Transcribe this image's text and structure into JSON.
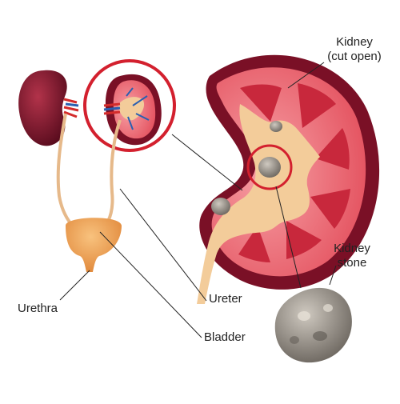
{
  "labels": {
    "kidney_line1": "Kidney",
    "kidney_line2": "(cut open)",
    "stone_line1": "Kidney",
    "stone_line2": "stone",
    "ureter": "Ureter",
    "urethra": "Urethra",
    "bladder": "Bladder"
  },
  "colors": {
    "kidney_outer": "#7a1026",
    "kidney_cortex": "#e8505e",
    "pyramid": "#c8283c",
    "pelvis": "#f3cc9a",
    "ureter": "#e6b98a",
    "bladder": "#f0a05a",
    "stone": "#8f8a84",
    "highlight_ring": "#d3202e",
    "leader_line": "#222222",
    "artery": "#d32b2b",
    "vein": "#2a5fb0"
  }
}
